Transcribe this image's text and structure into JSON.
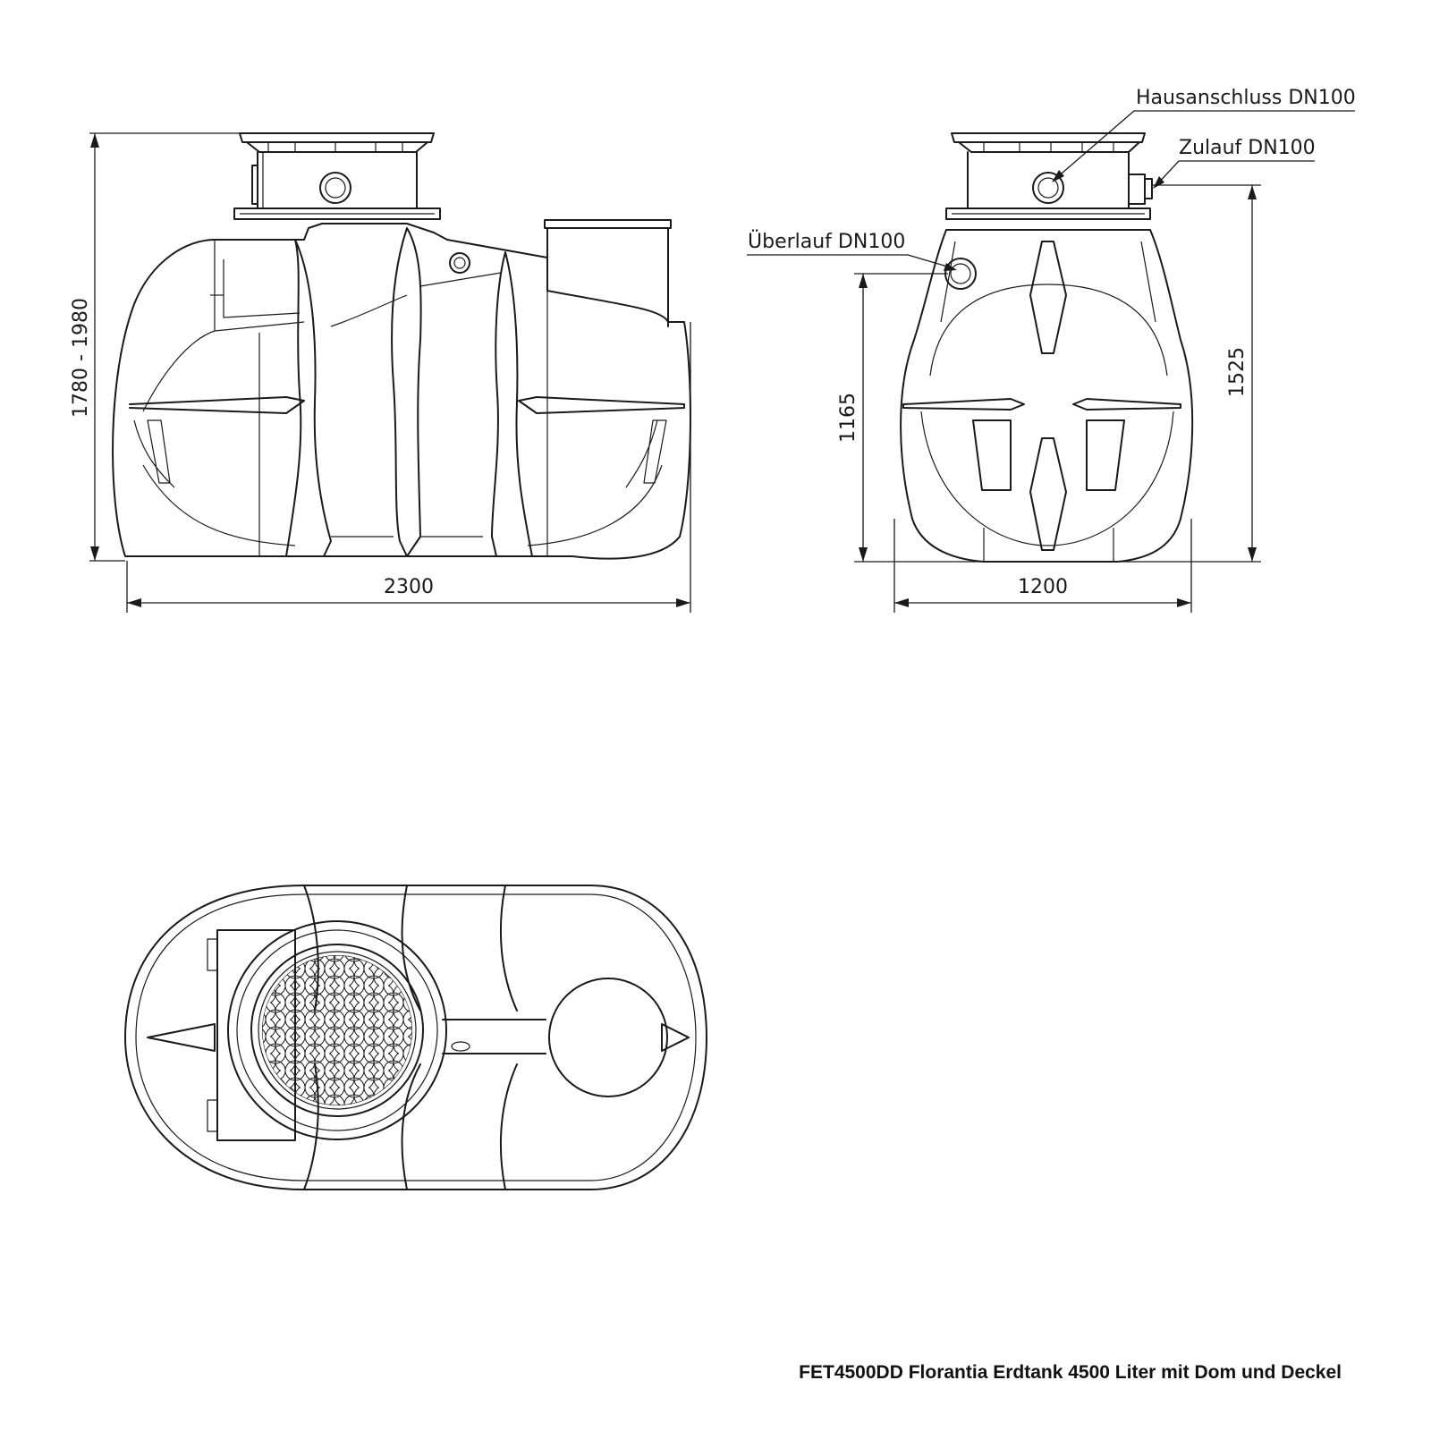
{
  "labels": {
    "hausanschluss": "Hausanschluss DN100",
    "zulauf": "Zulauf DN100",
    "ueberlauf": "Überlauf DN100"
  },
  "dimensions": {
    "height_total": "1780 - 1980",
    "length": "2300",
    "width": "1200",
    "height_overflow": "1165",
    "height_inlet": "1525"
  },
  "caption": "FET4500DD Florantia Erdtank 4500 Liter mit Dom und Deckel"
}
